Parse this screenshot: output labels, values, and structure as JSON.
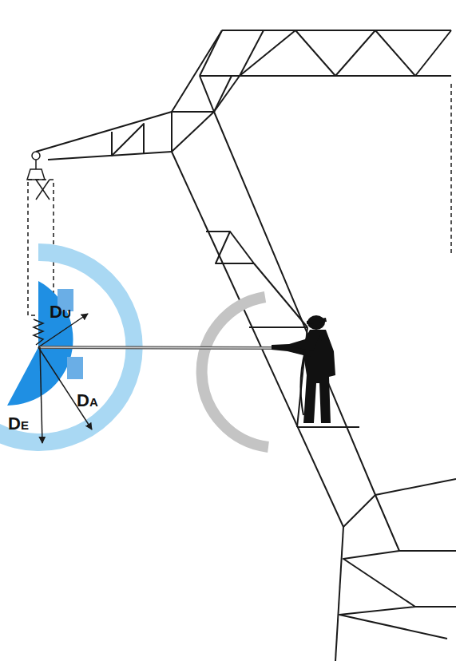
{
  "diagram": {
    "labels": [
      "DU",
      "DA",
      "DE"
    ]
  }
}
